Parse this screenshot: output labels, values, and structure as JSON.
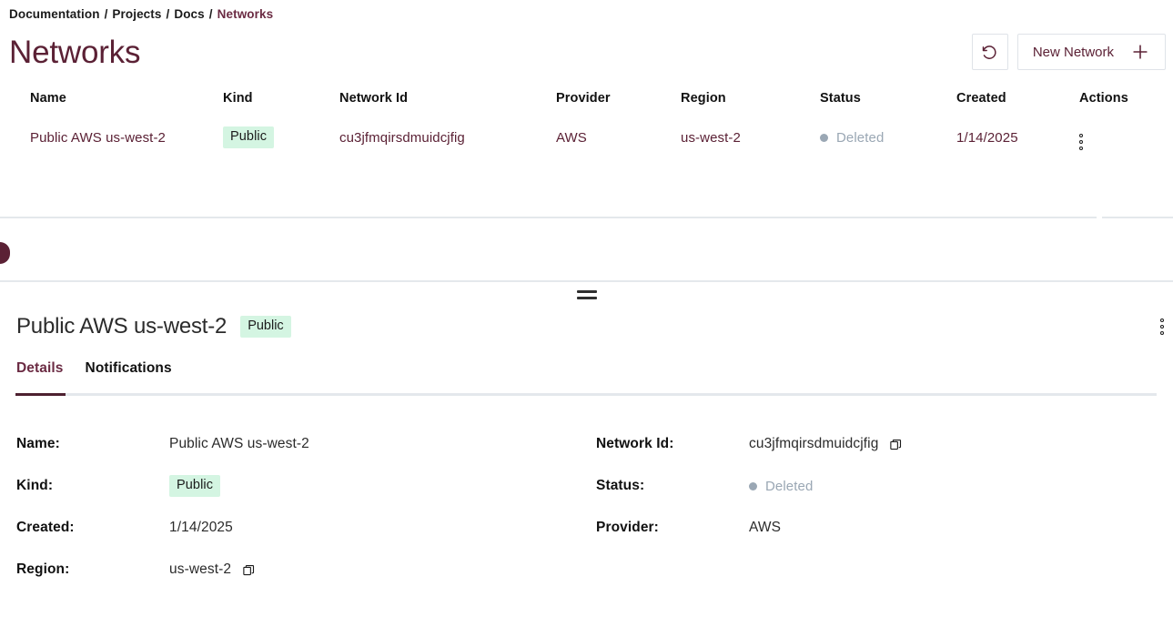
{
  "breadcrumb": {
    "items": [
      {
        "label": "Documentation",
        "last": false
      },
      {
        "label": "Projects",
        "last": false
      },
      {
        "label": "Docs",
        "last": false
      },
      {
        "label": "Networks",
        "last": true
      }
    ],
    "separator": "/"
  },
  "header": {
    "title": "Networks",
    "refresh_label": "refresh-icon",
    "new_network_label": "New Network",
    "plus_label": "plus-icon"
  },
  "table": {
    "columns": [
      "Name",
      "Kind",
      "Network Id",
      "Provider",
      "Region",
      "Status",
      "Created",
      "Actions"
    ],
    "rows": [
      {
        "name": "Public AWS us-west-2",
        "kind": "Public",
        "network_id": "cu3jfmqirsdmuidcjfig",
        "provider": "AWS",
        "region": "us-west-2",
        "status": "Deleted",
        "created": "1/14/2025",
        "actions": "kebab-menu"
      }
    ]
  },
  "detail": {
    "title": "Public AWS us-west-2",
    "badge": "Public",
    "tabs": [
      {
        "label": "Details",
        "active": true
      },
      {
        "label": "Notifications",
        "active": false
      }
    ],
    "fields_left": [
      {
        "label": "Name:",
        "value": "Public AWS us-west-2",
        "type": "text",
        "copy": false
      },
      {
        "label": "Kind:",
        "value": "Public",
        "type": "badge",
        "copy": false
      },
      {
        "label": "Created:",
        "value": "1/14/2025",
        "type": "text",
        "copy": false
      },
      {
        "label": "Region:",
        "value": "us-west-2",
        "type": "text",
        "copy": true
      }
    ],
    "fields_right": [
      {
        "label": "Network Id:",
        "value": "cu3jfmqirsdmuidcjfig",
        "type": "text",
        "copy": true
      },
      {
        "label": "Status:",
        "value": "Deleted",
        "type": "status",
        "copy": false
      },
      {
        "label": "Provider:",
        "value": "AWS",
        "type": "text",
        "copy": false
      }
    ]
  },
  "colors": {
    "accent_maroon": "#5b2135",
    "tab_active": "#6b2b43",
    "badge_bg": "#d4f5e2",
    "status_gray": "#9aa7b4",
    "divider": "#e4e8ec"
  }
}
